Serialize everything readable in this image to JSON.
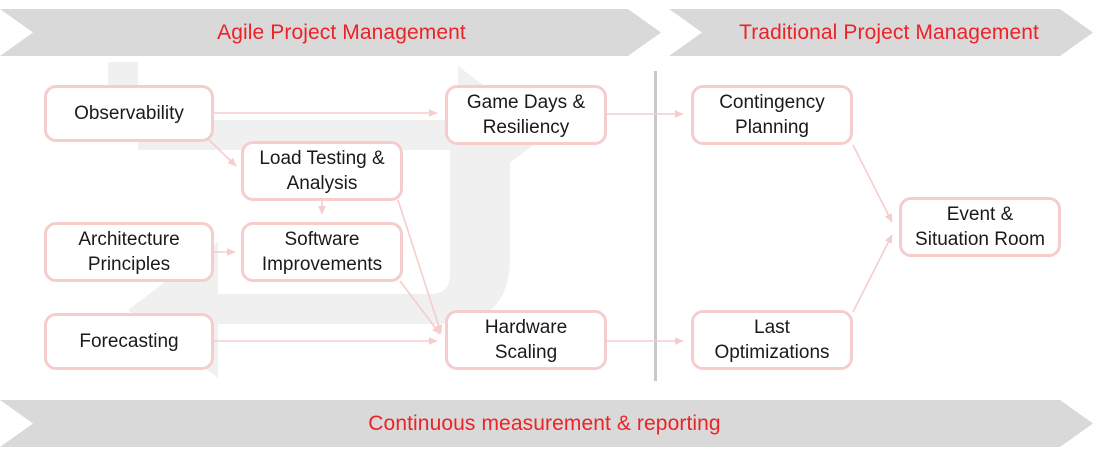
{
  "banners": {
    "agile": {
      "label": "Agile Project Management",
      "color": "#ec2227"
    },
    "traditional": {
      "label": "Traditional Project Management",
      "color": "#ec2227"
    },
    "continuous": {
      "label": "Continuous measurement & reporting",
      "color": "#ec2227"
    }
  },
  "colors": {
    "banner_fill": "#d9d9d9",
    "accent_red": "#ec2227",
    "node_border": "#f6cdcd",
    "connector": "#f6cdcd",
    "watermark": "#f0f0f0",
    "divider": "#c9c9c9",
    "node_text": "#1a1a1a"
  },
  "nodes": {
    "observability": {
      "line1": "Observability"
    },
    "architecture_principles": {
      "line1": "Architecture",
      "line2": "Principles"
    },
    "forecasting": {
      "line1": "Forecasting"
    },
    "load_testing": {
      "line1": "Load Testing &",
      "line2": "Analysis"
    },
    "software_improvements": {
      "line1": "Software",
      "line2": "Improvements"
    },
    "game_days": {
      "line1": "Game Days &",
      "line2": "Resiliency"
    },
    "hardware_scaling": {
      "line1": "Hardware",
      "line2": "Scaling"
    },
    "contingency_planning": {
      "line1": "Contingency",
      "line2": "Planning"
    },
    "last_optimizations": {
      "line1": "Last",
      "line2": "Optimizations"
    },
    "event_situation_room": {
      "line1": "Event &",
      "line2": "Situation Room"
    }
  },
  "connections": [
    {
      "from": "observability",
      "to": "game_days"
    },
    {
      "from": "observability",
      "to": "load_testing"
    },
    {
      "from": "load_testing",
      "to": "software_improvements"
    },
    {
      "from": "load_testing",
      "to": "hardware_scaling"
    },
    {
      "from": "architecture_principles",
      "to": "software_improvements"
    },
    {
      "from": "software_improvements",
      "to": "hardware_scaling"
    },
    {
      "from": "forecasting",
      "to": "hardware_scaling"
    },
    {
      "from": "game_days",
      "to": "contingency_planning"
    },
    {
      "from": "hardware_scaling",
      "to": "last_optimizations"
    },
    {
      "from": "contingency_planning",
      "to": "event_situation_room"
    },
    {
      "from": "last_optimizations",
      "to": "event_situation_room"
    }
  ],
  "decorations": {
    "watermark_icon": "cycle-arrow-watermark",
    "divider_icon": "section-divider"
  }
}
